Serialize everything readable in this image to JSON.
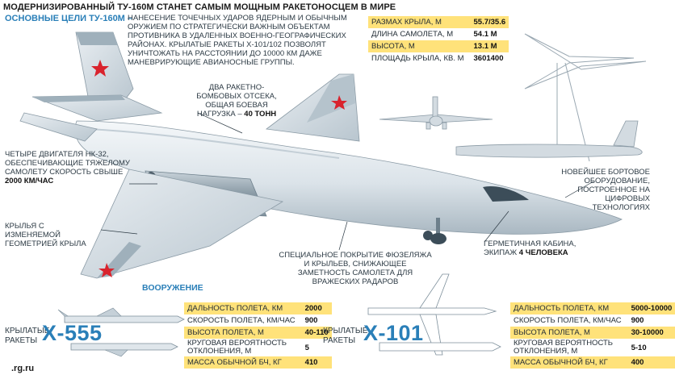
{
  "title": "МОДЕРНИЗИРОВАННЫЙ ТУ-160М СТАНЕТ САМЫМ МОЩНЫМ РАКЕТОНОСЦЕМ В МИРЕ",
  "goals": {
    "heading": "ОСНОВНЫЕ ЦЕЛИ ТУ-160М –",
    "text": "НАНЕСЕНИЕ ТОЧЕЧНЫХ УДАРОВ ЯДЕРНЫМ И ОБЫЧНЫМ ОРУЖИЕМ ПО СТРАТЕГИЧЕСКИ ВАЖНЫМ ОБЪЕКТАМ ПРОТИВНИКА В УДАЛЕННЫХ ВОЕННО-ГЕОГРАФИЧЕСКИХ РАЙОНАХ. КРЫЛАТЫЕ РАКЕТЫ Х-101/102 ПОЗВОЛЯТ УНИЧТОЖАТЬ НА РАССТОЯНИИ ДО 10000 КМ ДАЖЕ МАНЕВРИРУЮЩИЕ АВИАНОСНЫЕ ГРУППЫ."
  },
  "specs": [
    {
      "label": "РАЗМАХ КРЫЛА, М",
      "value": "55.7/35.6",
      "highlight": true
    },
    {
      "label": "ДЛИНА САМОЛЕТА, М",
      "value": "54.1 М",
      "highlight": false
    },
    {
      "label": "ВЫСОТА, М",
      "value": "13.1 М",
      "highlight": true
    },
    {
      "label": "ПЛОЩАДЬ КРЫЛА, КВ. М",
      "value": "3601400",
      "highlight": false
    }
  ],
  "callouts": {
    "bays_text": "ДВА РАКЕТНО-БОМБОВЫХ ОТСЕКА, ОБЩАЯ БОЕВАЯ НАГРУЗКА –",
    "bays_bold": "40 ТОНН",
    "engines_text": "ЧЕТЫРЕ ДВИГАТЕЛЯ НК-32, ОБЕСПЕЧИВАЮЩИЕ ТЯЖЕЛОМУ САМОЛЕТУ СКОРОСТЬ СВЫШЕ",
    "engines_bold": "2000 КМ/ЧАС",
    "wings": "КРЫЛЬЯ С ИЗМЕНЯЕМОЙ ГЕОМЕТРИЕЙ КРЫЛА",
    "avionics": "НОВЕЙШЕЕ БОРТОВОЕ ОБОРУДОВАНИЕ, ПОСТРОЕННОЕ НА ЦИФРОВЫХ ТЕХНОЛОГИЯХ",
    "coating": "СПЕЦИАЛЬНОЕ ПОКРЫТИЕ ФЮЗЕЛЯЖА И КРЫЛЬЕВ, СНИЖАЮЩЕЕ ЗАМЕТНОСТЬ САМОЛЕТА ДЛЯ ВРАЖЕСКИХ РАДАРОВ",
    "cabin_text": "ГЕРМЕТИЧНАЯ КАБИНА, ЭКИПАЖ",
    "cabin_bold": "4 ЧЕЛОВЕКА"
  },
  "armament": {
    "heading": "ВООРУЖЕНИЕ",
    "missiles": [
      {
        "type": "КРЫЛАТЫЕ РАКЕТЫ",
        "name": "Х-555",
        "rows": [
          {
            "label": "ДАЛЬНОСТЬ ПОЛЕТА, КМ",
            "value": "2000",
            "highlight": true
          },
          {
            "label": "СКОРОСТЬ ПОЛЕТА, КМ/ЧАС",
            "value": "900",
            "highlight": false
          },
          {
            "label": "ВЫСОТА ПОЛЕТА, М",
            "value": "40-110",
            "highlight": true
          },
          {
            "label": "КРУГОВАЯ ВЕРОЯТНОСТЬ ОТКЛОНЕНИЯ, М",
            "value": "5",
            "highlight": false
          },
          {
            "label": "МАССА ОБЫЧНОЙ БЧ, КГ",
            "value": "410",
            "highlight": true
          }
        ]
      },
      {
        "type": "КРЫЛАТЫЕ РАКЕТЫ",
        "name": "Х-101",
        "rows": [
          {
            "label": "ДАЛЬНОСТЬ ПОЛЕТА, КМ",
            "value": "5000-10000",
            "highlight": true
          },
          {
            "label": "СКОРОСТЬ ПОЛЕТА, КМ/ЧАС",
            "value": "900",
            "highlight": false
          },
          {
            "label": "ВЫСОТА ПОЛЕТА, М",
            "value": "30-10000",
            "highlight": true
          },
          {
            "label": "КРУГОВАЯ ВЕРОЯТНОСТЬ ОТКЛОНЕНИЯ, М",
            "value": "5-10",
            "highlight": false
          },
          {
            "label": "МАССА ОБЫЧНОЙ БЧ, КГ",
            "value": "400",
            "highlight": true
          }
        ]
      }
    ]
  },
  "source": ".rg.ru",
  "colors": {
    "accent": "#2a7fb8",
    "highlight": "#ffe27a",
    "aircraft": "#dfe6eb",
    "star": "#d9232d"
  }
}
